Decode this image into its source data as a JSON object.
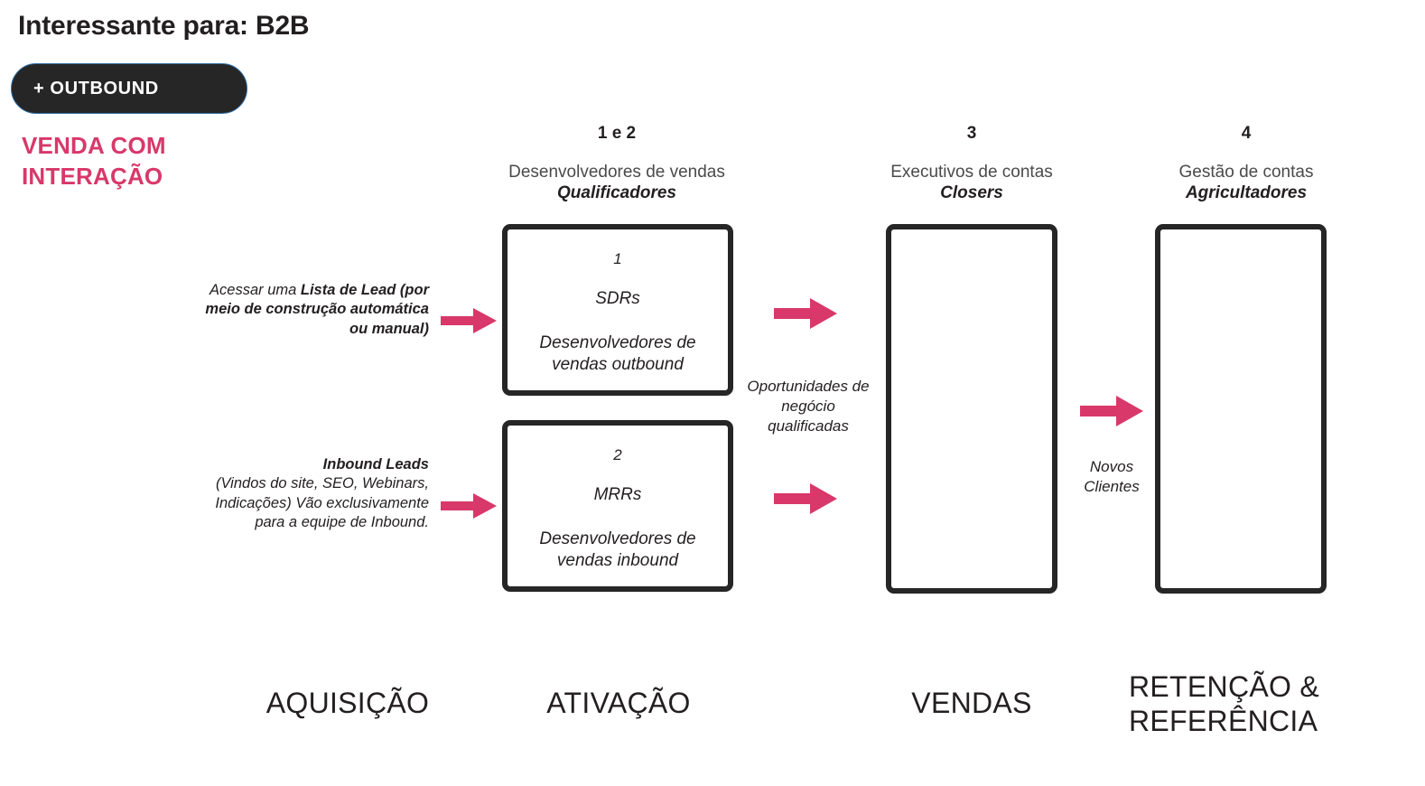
{
  "header": {
    "title": "Interessante para: B2B",
    "badge_label": "+ OUTBOUND",
    "mode_label": "VENDA COM INTERAÇÃO",
    "accent_color": "#d8386a",
    "badge_bg": "#262626",
    "badge_outline": "#2f6fa8"
  },
  "columns": [
    {
      "number": "1 e 2",
      "role": "Desenvolvedores de vendas",
      "alias": "Qualificadores"
    },
    {
      "number": "3",
      "role": "Executivos de contas",
      "alias": "Closers"
    },
    {
      "number": "4",
      "role": "Gestão de contas",
      "alias": "Agricultadores"
    }
  ],
  "boxes": {
    "sdr": {
      "number": "1",
      "name": "SDRs",
      "description_line1": "Desenvolvedores de",
      "description_line2": "vendas outbound"
    },
    "mrr": {
      "number": "2",
      "name": "MRRs",
      "description_line1": "Desenvolvedores de",
      "description_line2": "vendas inbound"
    },
    "account_executives": {
      "content": ""
    },
    "account_management": {
      "content": ""
    }
  },
  "sources": {
    "lead_list": {
      "plain_prefix": "Acessar uma ",
      "bold_part": "Lista de Lead (por meio de construção automática ou manual)"
    },
    "inbound": {
      "bold_part": "Inbound Leads",
      "plain_part": "(Vindos do site, SEO, Webinars, Indicações) Vão exclusivamente para a equipe de Inbound."
    }
  },
  "flow_captions": {
    "qualified_opportunities": "Oportunidades de negócio qualificadas",
    "new_clients": "Novos Clientes"
  },
  "arrows": {
    "color": "#d8386a",
    "direction": "right",
    "count": 5,
    "icon": "arrow-right-icon"
  },
  "stages": [
    {
      "label": "AQUISIÇÃO"
    },
    {
      "label": "ATIVAÇÃO"
    },
    {
      "label": "VENDAS"
    },
    {
      "label": "RETENÇÃO & REFERÊNCIA"
    }
  ]
}
